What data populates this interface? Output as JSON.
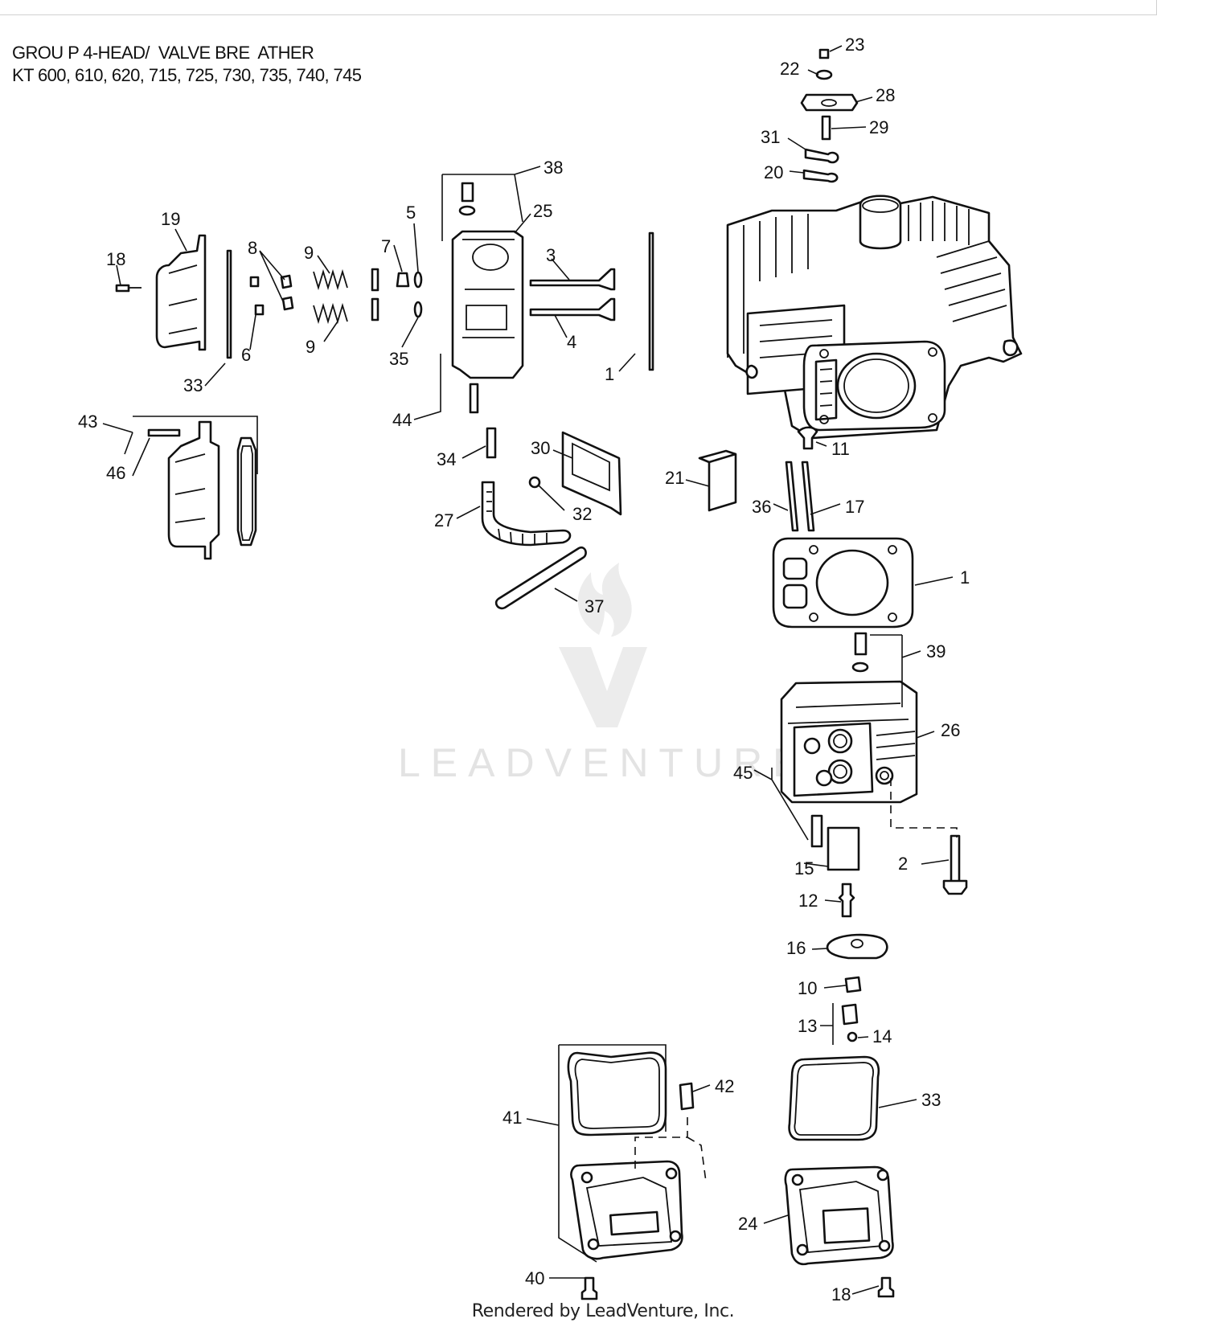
{
  "header": {
    "title_line1": "GROU P 4-HEAD/  VALVE BRE  ATHER",
    "title_line2": "KT 600, 610, 620, 715, 725, 730, 735, 740, 745"
  },
  "watermark": {
    "text": "LEADVENTURE",
    "icon": "flame-v-logo"
  },
  "footer": {
    "credit": "Rendered by LeadVenture, Inc."
  },
  "diagram": {
    "callouts": [
      "23",
      "22",
      "28",
      "29",
      "31",
      "20",
      "38",
      "25",
      "19",
      "18",
      "8",
      "9",
      "7",
      "5",
      "3",
      "4",
      "6",
      "9",
      "35",
      "33",
      "1",
      "44",
      "43",
      "46",
      "34",
      "30",
      "32",
      "27",
      "37",
      "11",
      "21",
      "36",
      "17",
      "1",
      "39",
      "26",
      "45",
      "2",
      "15",
      "12",
      "16",
      "10",
      "13",
      "14",
      "42",
      "41",
      "33",
      "24",
      "40",
      "18"
    ]
  }
}
